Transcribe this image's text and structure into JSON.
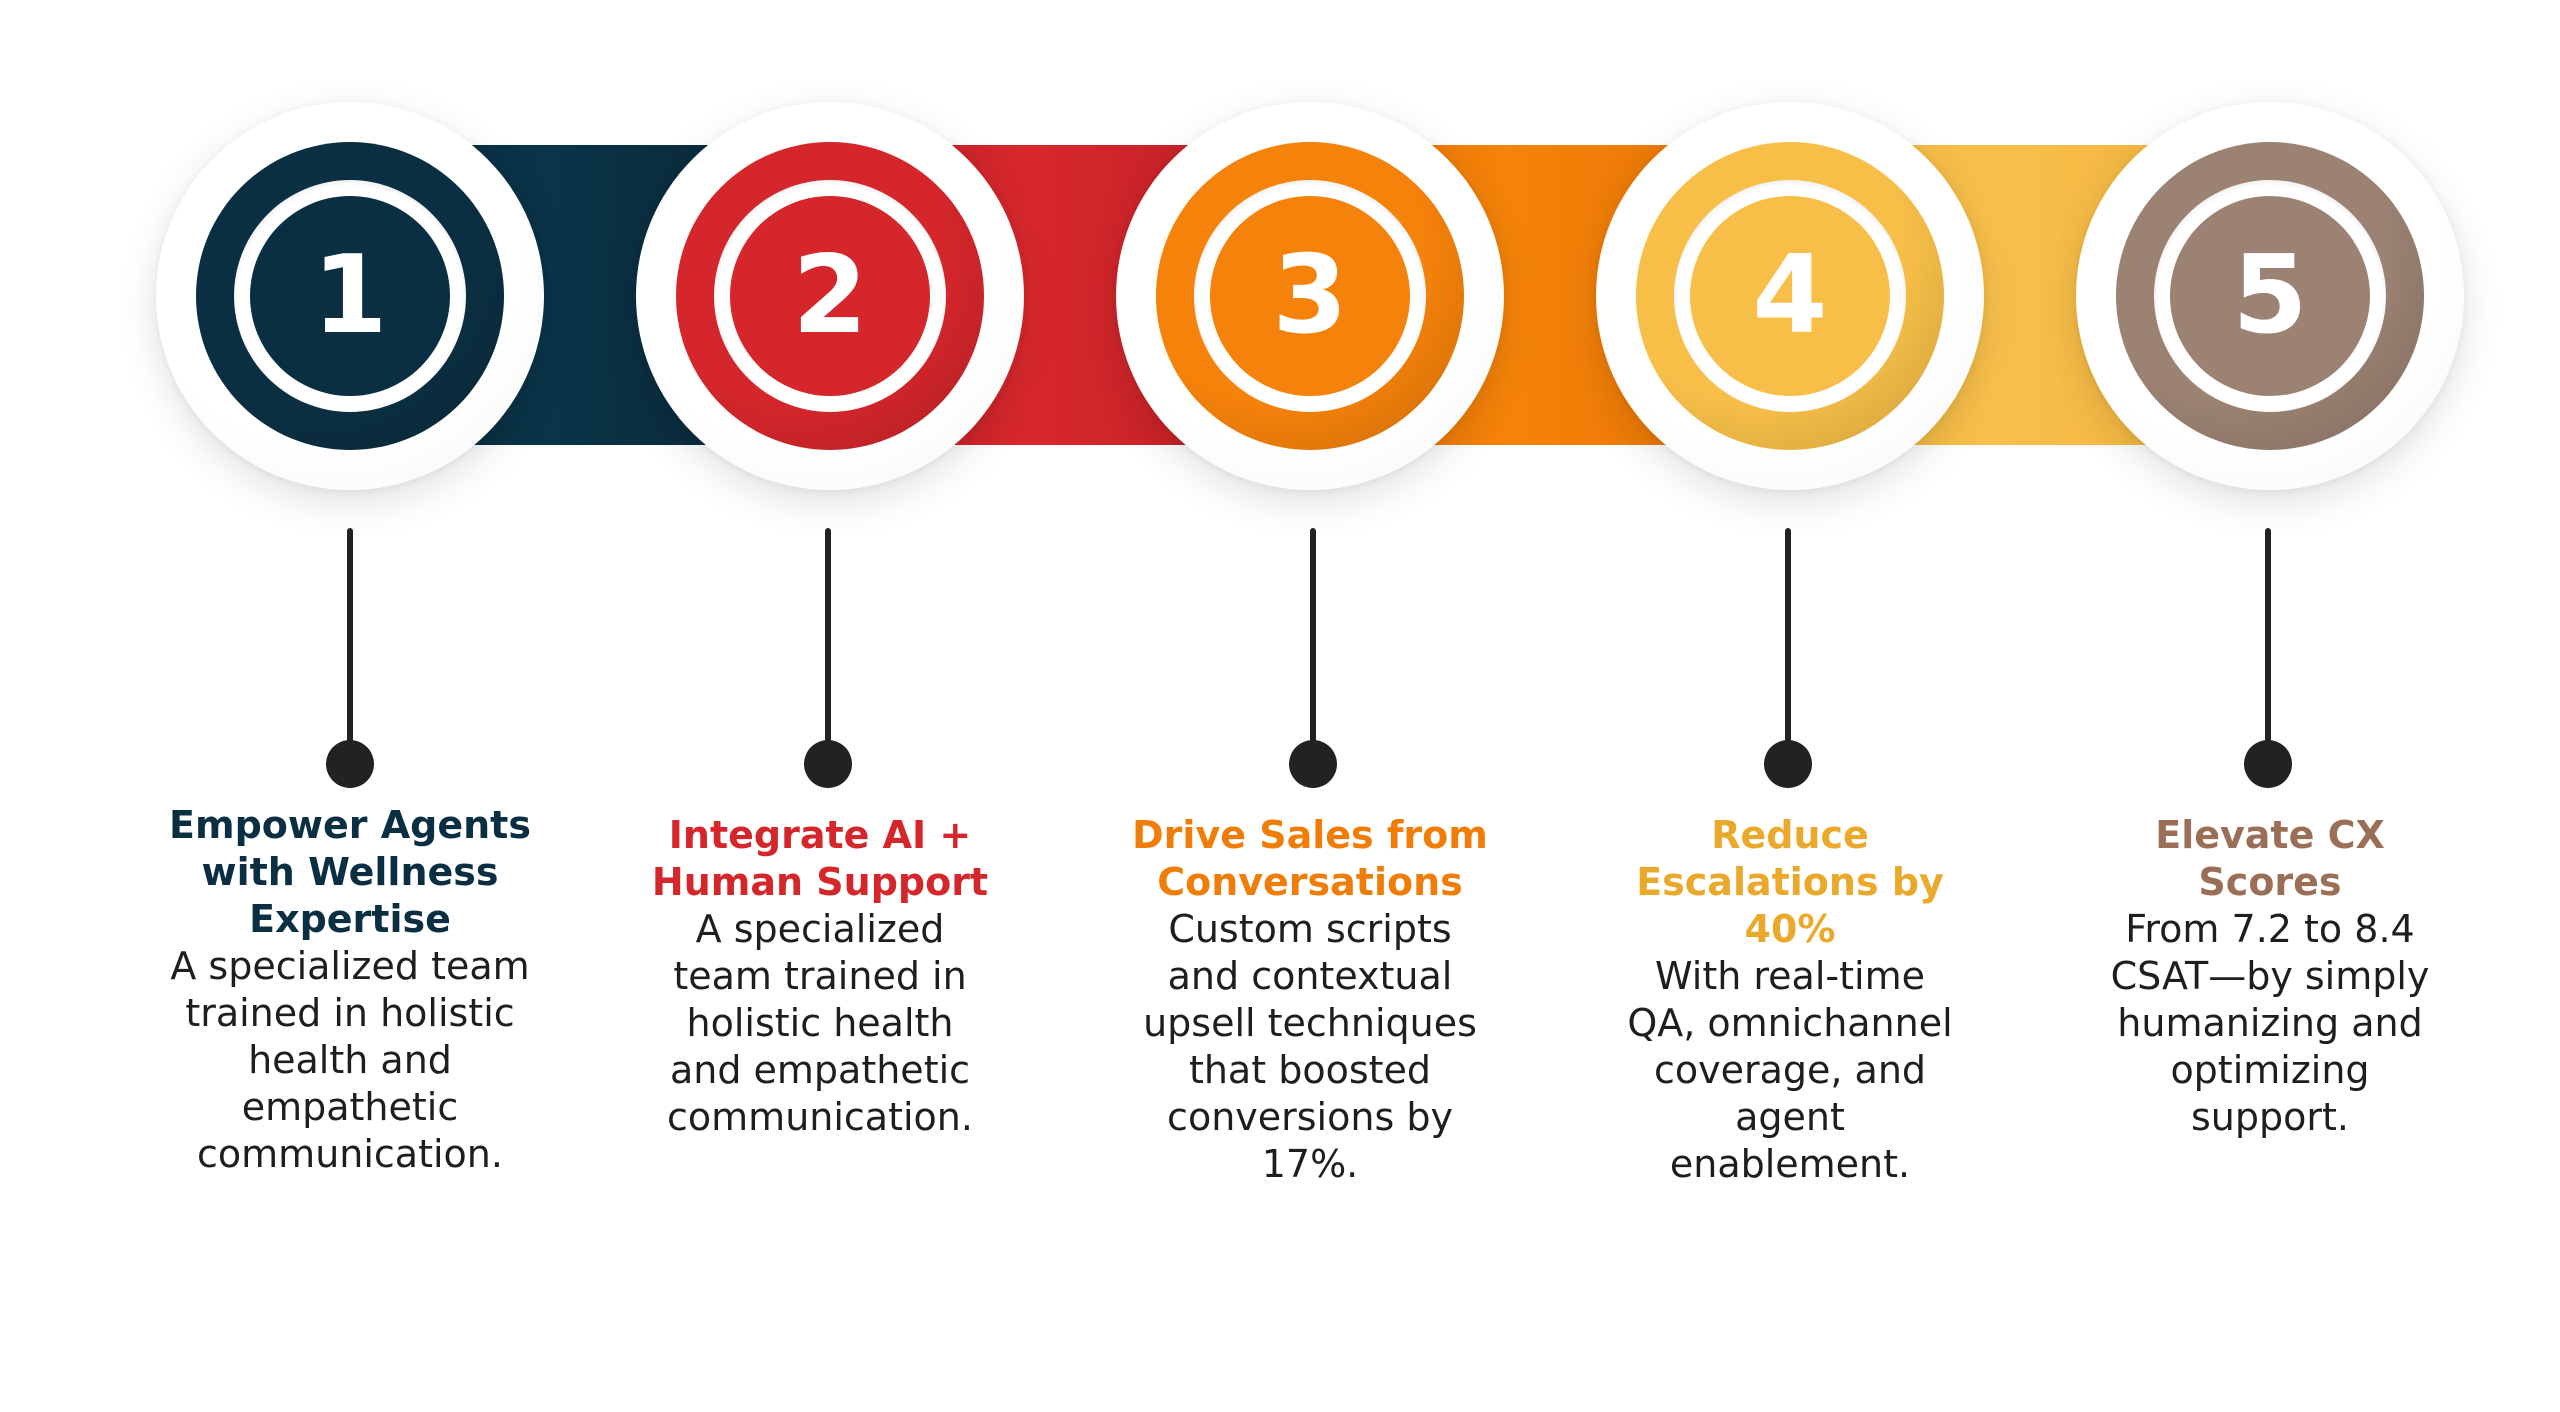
{
  "steps": [
    {
      "number": "1",
      "title": "Empower Agents\nwith Wellness\nExpertise",
      "description": "A specialized team\ntrained in holistic\nhealth and\nempathetic\ncommunication.",
      "color": "#0b2f42",
      "title_color": "#0b2f42"
    },
    {
      "number": "2",
      "title": "Integrate AI +\nHuman Support",
      "description": "A specialized\nteam trained in\nholistic health\nand empathetic\ncommunication.",
      "color": "#d4262b",
      "title_color": "#d4262b"
    },
    {
      "number": "3",
      "title": "Drive Sales from\nConversations",
      "description": "Custom scripts\nand contextual\nupsell techniques\nthat boosted\nconversions by\n17%.",
      "color": "#f5820a",
      "title_color": "#f07d08"
    },
    {
      "number": "4",
      "title": "Reduce\nEscalations by\n40%",
      "description": "With real-time\nQA, omnichannel\ncoverage, and\nagent\nenablement.",
      "color": "#f7bf48",
      "title_color": "#eba92b"
    },
    {
      "number": "5",
      "title": "Elevate CX\nScores",
      "description": "From 7.2 to 8.4\nCSAT—by simply\nhumanizing and\noptimizing\nsupport.",
      "color": "#9b8272",
      "title_color": "#9b6e58"
    }
  ]
}
